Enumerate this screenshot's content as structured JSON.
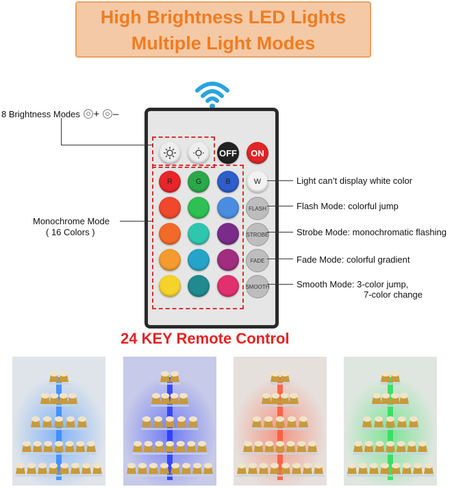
{
  "banner": {
    "line1": "High Brightness LED Lights",
    "line2": "Multiple Light Modes"
  },
  "remote": {
    "power_off": "OFF",
    "power_on": "ON",
    "white": "W",
    "rgb_labels": [
      "R",
      "G",
      "B"
    ],
    "mode_buttons": [
      "FLASH",
      "STROBE",
      "FADE",
      "SMOOTH"
    ],
    "colors": {
      "row1": [
        "#e8262a",
        "#2aa84a",
        "#2d5ec9"
      ],
      "row2": [
        "#f0472d",
        "#2fbf52",
        "#4a8de0"
      ],
      "row3": [
        "#f26a2a",
        "#2fc6b0",
        "#7b2c8a"
      ],
      "row4": [
        "#f49a2e",
        "#25a4c9",
        "#a02d7e"
      ],
      "row5": [
        "#f5d32a",
        "#1f8a8f",
        "#e0306e"
      ]
    }
  },
  "annotations": {
    "brightness": "8 Brightness Modes",
    "monochrome_line1": "Monochrome Mode",
    "monochrome_line2": "( 16 Colors )",
    "white_note": "Light can’t display white color",
    "flash": "Flash Mode: colorful jump",
    "strobe": "Strobe Mode: monochromatic flashing",
    "fade": "Fade Mode: colorful gradient",
    "smooth_line1": "Smooth Mode: 3-color jump,",
    "smooth_line2": "7-color change"
  },
  "title": "24 KEY Remote Control",
  "photos": [
    {
      "glow": "#3a8cff",
      "bg": "#dfe4ea"
    },
    {
      "glow": "#2a3cff",
      "bg": "#c7cae8"
    },
    {
      "glow": "#ff5a3a",
      "bg": "#e6e0dc"
    },
    {
      "glow": "#2fe05a",
      "bg": "#dfe6e0"
    }
  ]
}
